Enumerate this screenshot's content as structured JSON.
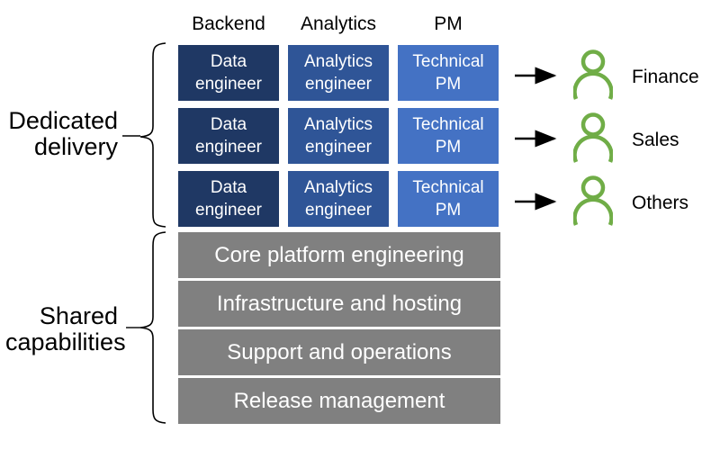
{
  "colors": {
    "navy": "#1F3864",
    "blue": "#2F5597",
    "lightblue": "#4472C4",
    "gray": "#808080",
    "green": "#70AD47",
    "ink": "#000000"
  },
  "columns": [
    {
      "header": "Backend"
    },
    {
      "header": "Analytics"
    },
    {
      "header": "PM"
    }
  ],
  "dedicated": {
    "label": "Dedicated\ndelivery",
    "rows": [
      {
        "cells": [
          "Data\nengineer",
          "Analytics\nengineer",
          "Technical\nPM"
        ],
        "target": "Finance"
      },
      {
        "cells": [
          "Data\nengineer",
          "Analytics\nengineer",
          "Technical\nPM"
        ],
        "target": "Sales"
      },
      {
        "cells": [
          "Data\nengineer",
          "Analytics\nengineer",
          "Technical\nPM"
        ],
        "target": "Others"
      }
    ]
  },
  "shared": {
    "label": "Shared\ncapabilities",
    "bars": [
      "Core platform engineering",
      "Infrastructure and hosting",
      "Support and operations",
      "Release management"
    ]
  }
}
